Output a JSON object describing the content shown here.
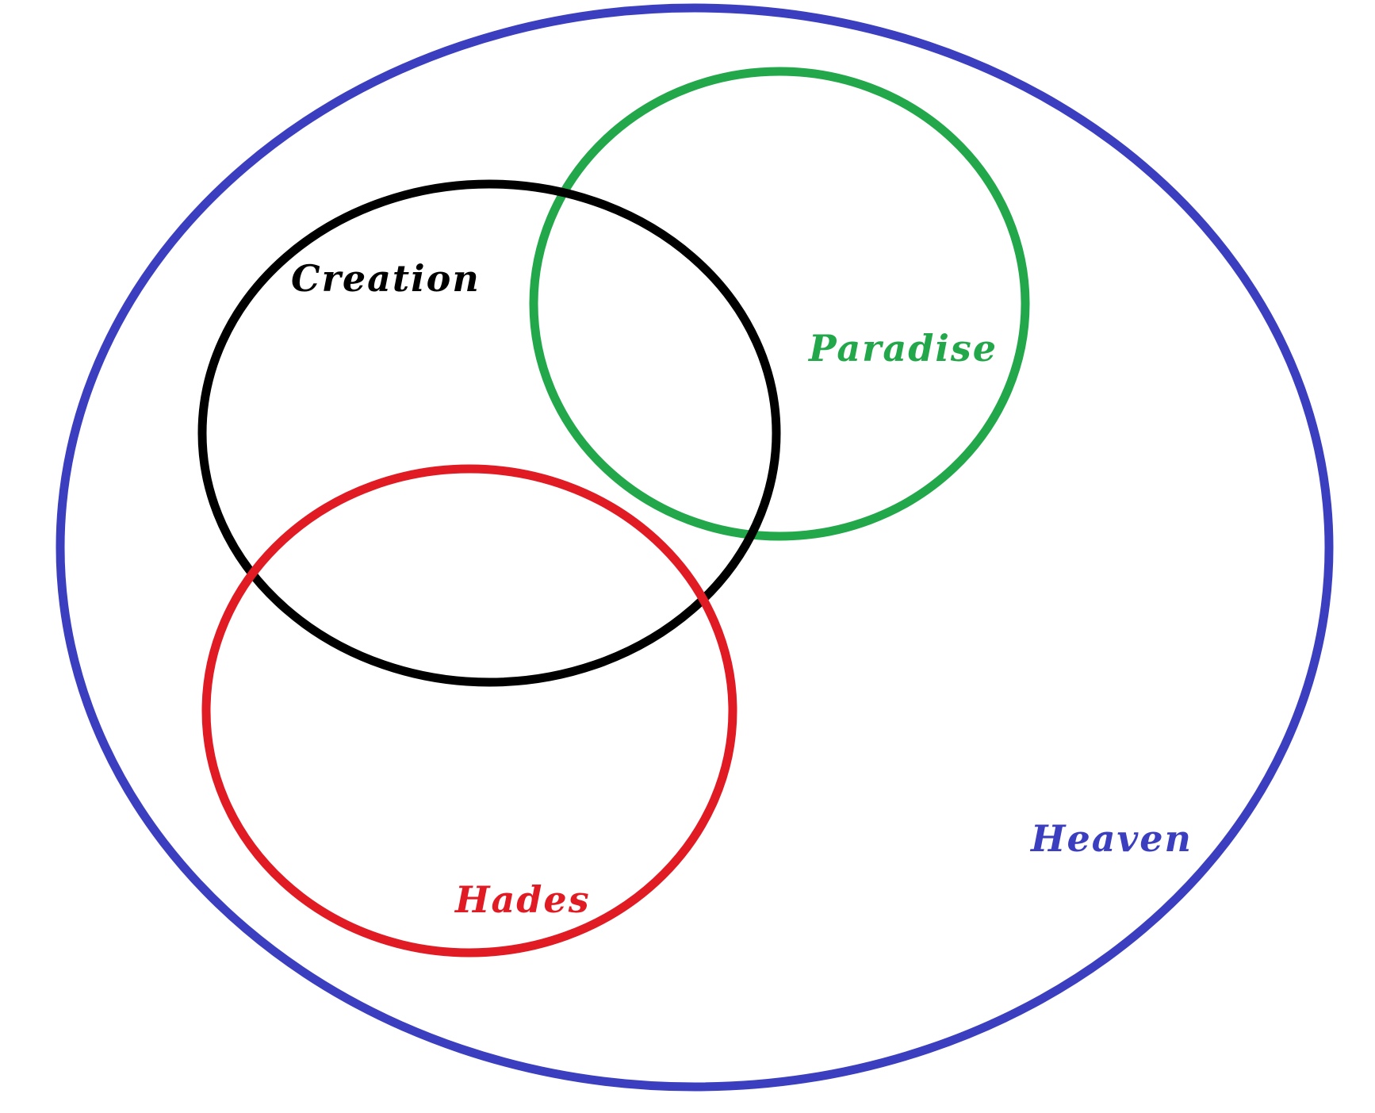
{
  "diagram": {
    "sets": [
      {
        "id": "heaven",
        "label": "Heaven",
        "color": "#3b3fbf"
      },
      {
        "id": "paradise",
        "label": "Paradise",
        "color": "#22a84a"
      },
      {
        "id": "creation",
        "label": "Creation",
        "color": "#000000"
      },
      {
        "id": "hades",
        "label": "Hades",
        "color": "#e01b24"
      }
    ]
  }
}
